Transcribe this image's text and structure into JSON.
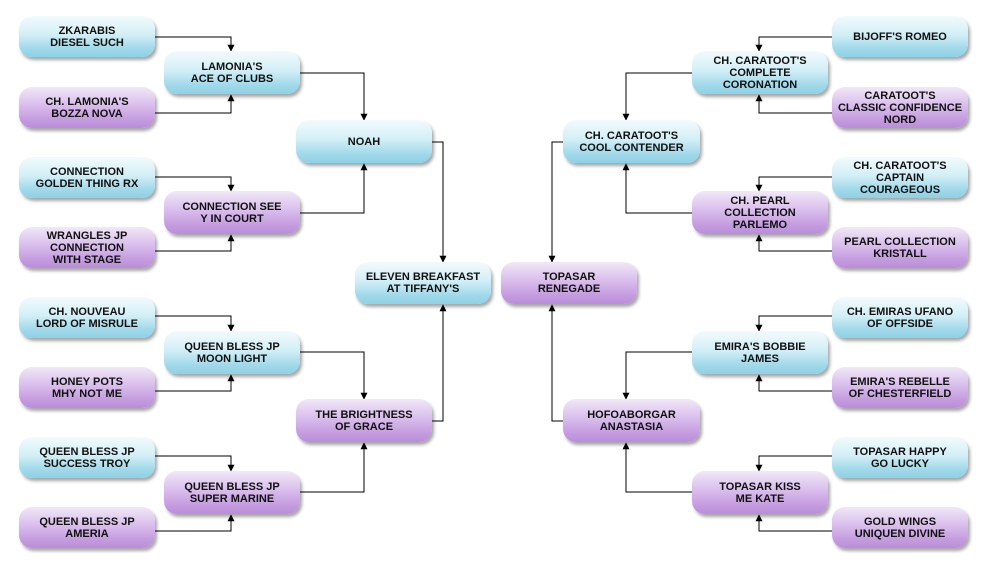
{
  "pedigree": {
    "center_left": {
      "label": "ELEVEN BREAKFAST\nAT TIFFANY'S",
      "color": "blue"
    },
    "center_right": {
      "label": "TOPASAR\nRENEGADE",
      "color": "purple"
    },
    "left": {
      "sire": {
        "label": "NOAH",
        "color": "blue"
      },
      "dam": {
        "label": "THE BRIGHTNESS\nOF GRACE",
        "color": "purple"
      },
      "sire_sire": {
        "label": "LAMONIA'S\nACE OF CLUBS",
        "color": "blue"
      },
      "sire_dam": {
        "label": "CONNECTION SEE\nY IN COURT",
        "color": "purple"
      },
      "dam_sire": {
        "label": "QUEEN BLESS JP\nMOON LIGHT",
        "color": "blue"
      },
      "dam_dam": {
        "label": "QUEEN BLESS JP\nSUPER MARINE",
        "color": "purple"
      },
      "g1": {
        "label": "ZKARABIS\nDIESEL SUCH",
        "color": "blue"
      },
      "g2": {
        "label": "CH. LAMONIA'S\nBOZZA NOVA",
        "color": "purple"
      },
      "g3": {
        "label": "CONNECTION\nGOLDEN THING RX",
        "color": "blue"
      },
      "g4": {
        "label": "WRANGLES JP\nCONNECTION\nWITH STAGE",
        "color": "purple"
      },
      "g5": {
        "label": "CH. NOUVEAU\nLORD OF MISRULE",
        "color": "blue"
      },
      "g6": {
        "label": "HONEY POTS\nMHY NOT ME",
        "color": "purple"
      },
      "g7": {
        "label": "QUEEN BLESS JP\nSUCCESS TROY",
        "color": "blue"
      },
      "g8": {
        "label": "QUEEN BLESS JP\nAMERIA",
        "color": "purple"
      }
    },
    "right": {
      "sire": {
        "label": "CH. CARATOOT'S\nCOOL CONTENDER",
        "color": "blue"
      },
      "dam": {
        "label": "HOFOABORGAR\nANASTASIA",
        "color": "purple"
      },
      "sire_sire": {
        "label": "CH. CARATOOT'S\nCOMPLETE\nCORONATION",
        "color": "blue"
      },
      "sire_dam": {
        "label": "CH. PEARL\nCOLLECTION\nPARLEMO",
        "color": "purple"
      },
      "dam_sire": {
        "label": "EMIRA'S BOBBIE\nJAMES",
        "color": "blue"
      },
      "dam_dam": {
        "label": "TOPASAR KISS\nME KATE",
        "color": "purple"
      },
      "g1": {
        "label": "BIJOFF'S ROMEO",
        "color": "blue"
      },
      "g2": {
        "label": "CARATOOT'S\nCLASSIC CONFIDENCE\nNORD",
        "color": "purple"
      },
      "g3": {
        "label": "CH. CARATOOT'S\nCAPTAIN COURAGEOUS",
        "color": "blue"
      },
      "g4": {
        "label": "PEARL COLLECTION\nKRISTALL",
        "color": "purple"
      },
      "g5": {
        "label": "CH. EMIRAS UFANO\nOF OFFSIDE",
        "color": "blue"
      },
      "g6": {
        "label": "EMIRA'S REBELLE\nOF CHESTERFIELD",
        "color": "purple"
      },
      "g7": {
        "label": "TOPASAR HAPPY\nGO LUCKY",
        "color": "blue"
      },
      "g8": {
        "label": "GOLD WINGS\nUNIQUEN DIVINE",
        "color": "purple"
      }
    }
  }
}
